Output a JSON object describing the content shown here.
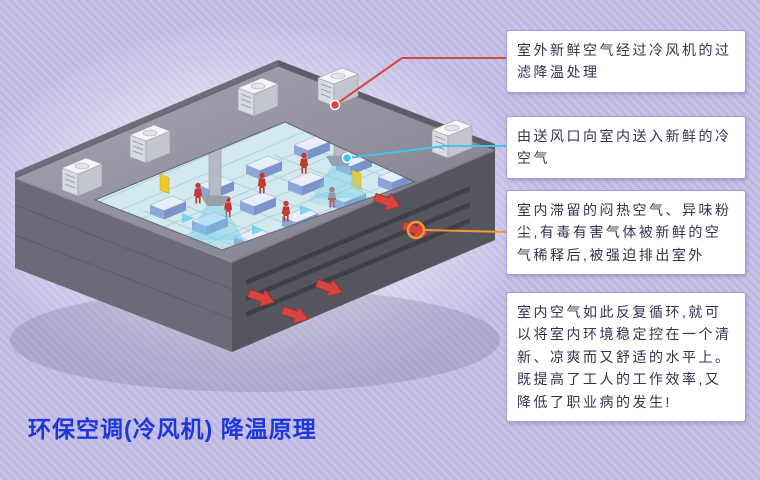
{
  "page": {
    "title": "环保空调(冷风机) 降温原理"
  },
  "callouts": [
    {
      "name": "outdoor-air",
      "text": "室外新鲜空气经过冷风机的过滤降温处理",
      "marker_color": "#d8453e"
    },
    {
      "name": "supply-air",
      "text": "由送风口向室内送入新鲜的冷空气",
      "marker_color": "#3ec4ee"
    },
    {
      "name": "exhaust-air",
      "text": "室内滞留的闷热空气、异味粉尘,有毒有害气体被新鲜的空气稀释后,被强迫排出室外",
      "marker_color": "#f29a30"
    },
    {
      "name": "circulation",
      "text": "室内空气如此反复循环,就可以将室内环境稳定控在一个清新、凉爽而又舒适的水平上。既提高了工人的工作效率,又降低了职业病的发生!",
      "marker_color": ""
    }
  ],
  "diagram": {
    "kind": "isometric-factory-evaporative-cooling",
    "flow_colors": {
      "fresh_air_marker": "#3ec4ee",
      "exhaust_air": "#d8453e",
      "exhaust_marker": "#f29a30"
    }
  }
}
